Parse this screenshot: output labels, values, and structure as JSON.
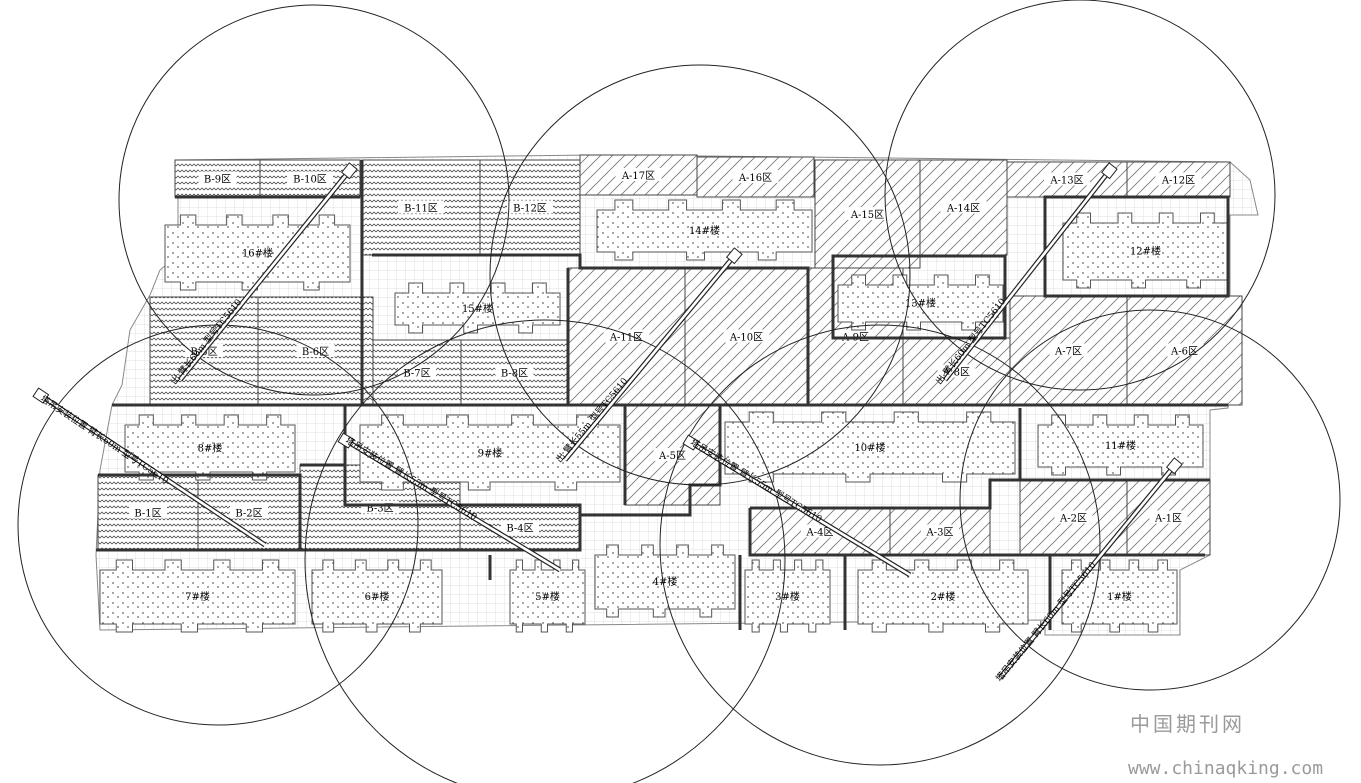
{
  "zones": [
    {
      "label": "B-9区",
      "style": "zigzag"
    },
    {
      "label": "B-10区",
      "style": "zigzag"
    },
    {
      "label": "B-11区",
      "style": "zigzag"
    },
    {
      "label": "B-12区",
      "style": "zigzag"
    },
    {
      "label": "B-5区",
      "style": "zigzag"
    },
    {
      "label": "B-6区",
      "style": "zigzag"
    },
    {
      "label": "B-7区",
      "style": "zigzag"
    },
    {
      "label": "B-8区",
      "style": "zigzag"
    },
    {
      "label": "B-1区",
      "style": "zigzag"
    },
    {
      "label": "B-2区",
      "style": "zigzag"
    },
    {
      "label": "B-3区",
      "style": "zigzag"
    },
    {
      "label": "B-4区",
      "style": "zigzag"
    },
    {
      "label": "A-17区",
      "style": "diag"
    },
    {
      "label": "A-16区",
      "style": "diag"
    },
    {
      "label": "A-15区",
      "style": "diag"
    },
    {
      "label": "A-14区",
      "style": "diag"
    },
    {
      "label": "A-13区",
      "style": "diag"
    },
    {
      "label": "A-12区",
      "style": "diag"
    },
    {
      "label": "A-11区",
      "style": "diag"
    },
    {
      "label": "A-10区",
      "style": "diag"
    },
    {
      "label": "A-9区",
      "style": "diag"
    },
    {
      "label": "A-8区",
      "style": "diag"
    },
    {
      "label": "A-7区",
      "style": "diag"
    },
    {
      "label": "A-6区",
      "style": "diag"
    },
    {
      "label": "A-5区",
      "style": "diag"
    },
    {
      "label": "A-4区",
      "style": "diag"
    },
    {
      "label": "A-3区",
      "style": "diag"
    },
    {
      "label": "A-2区",
      "style": "diag"
    },
    {
      "label": "A-1区",
      "style": "diag"
    }
  ],
  "buildings": [
    {
      "label": "16#楼"
    },
    {
      "label": "14#楼"
    },
    {
      "label": "12#楼"
    },
    {
      "label": "15#楼"
    },
    {
      "label": "13#楼"
    },
    {
      "label": "8#楼"
    },
    {
      "label": "9#楼"
    },
    {
      "label": "10#楼"
    },
    {
      "label": "11#楼"
    },
    {
      "label": "7#楼"
    },
    {
      "label": "6#楼"
    },
    {
      "label": "5#楼"
    },
    {
      "label": "4#楼"
    },
    {
      "label": "3#楼"
    },
    {
      "label": "2#楼"
    },
    {
      "label": "1#楼"
    }
  ],
  "cranes": [
    {
      "label": "出 臂长60m 型号TC5610"
    },
    {
      "label": "出 臂长55m 型号TC5610"
    },
    {
      "label": "出 臂长60m 型号TC5610"
    },
    {
      "label": "塔吊安装位置 臂长60m 型号TC5610"
    },
    {
      "label": "塔吊安装位置 臂长55m 型号TC5610"
    },
    {
      "label": "塔吊安装位置 臂长55m 型号TC5610"
    },
    {
      "label": "塔吊安装位置 臂长60m 型号TC5610"
    }
  ],
  "watermark": {
    "name": "中国期刊网",
    "url": "www.chinaqking.com"
  }
}
